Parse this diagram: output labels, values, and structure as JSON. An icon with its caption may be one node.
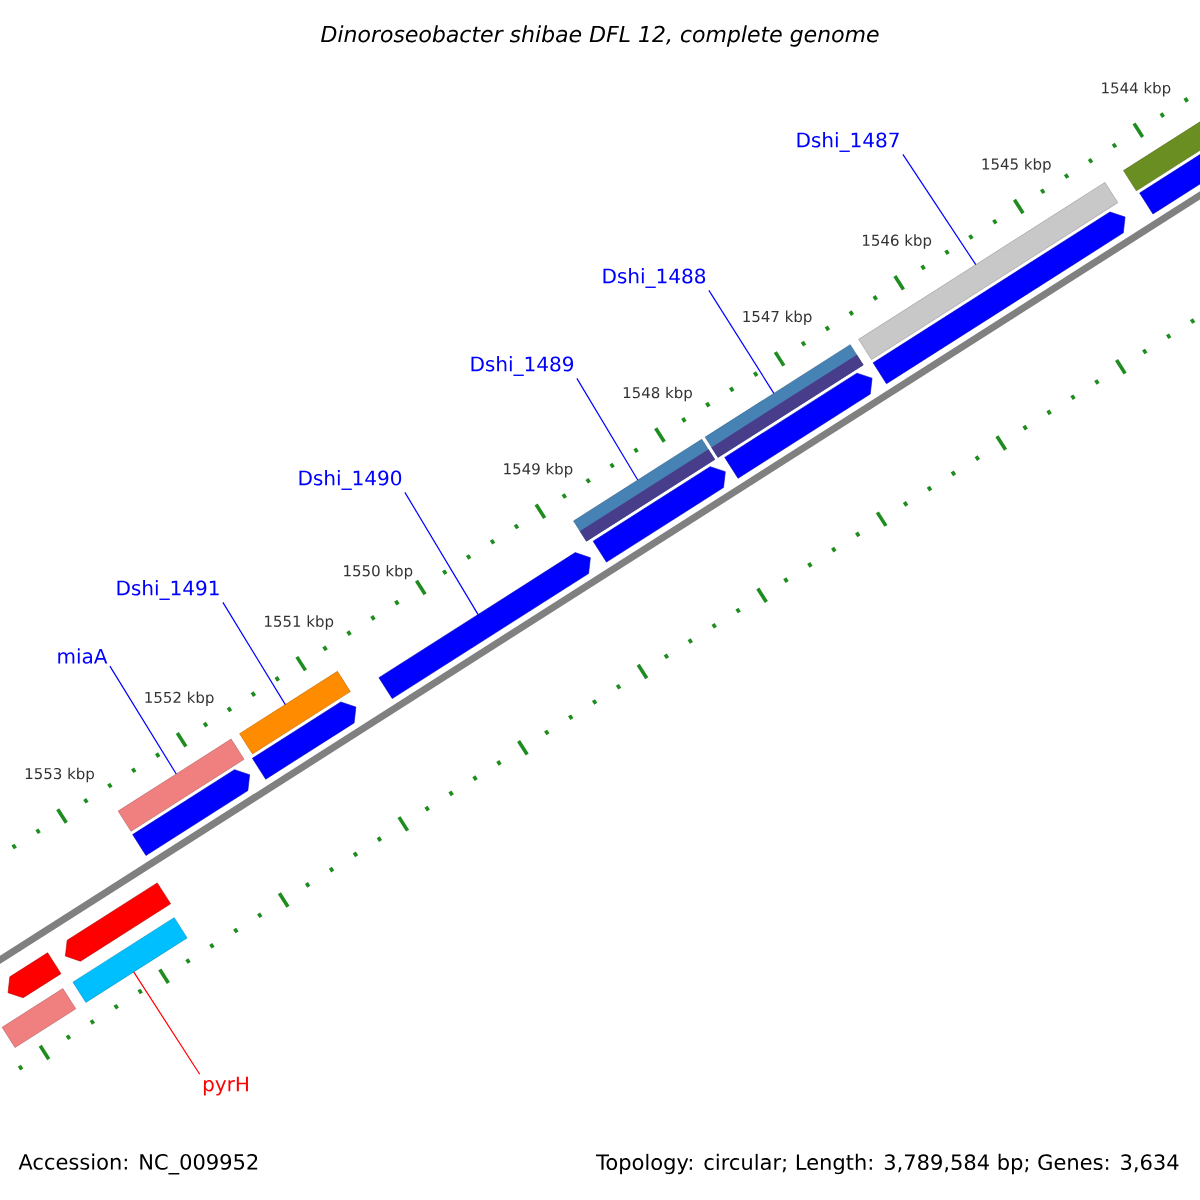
{
  "diagram": {
    "title": "Dinoroseobacter shibae DFL 12, complete genome",
    "nodes": [
      {
        "text": [
          "Dshi_1487"
        ]
      },
      {
        "text": [
          "Dshi_1488"
        ]
      },
      {
        "text": [
          "Dshi_1489"
        ]
      },
      {
        "text": [
          "Dshi_1490"
        ]
      },
      {
        "text": [
          "Dshi_1491"
        ]
      },
      {
        "text": [
          "miaA"
        ]
      },
      {
        "text": [
          "pyrH"
        ]
      },
      {
        "text": [],
        "shape": "bar"
      },
      {
        "text": [],
        "shape": "bar"
      },
      {
        "text": [],
        "shape": "bar"
      },
      {
        "text": [],
        "shape": "bar"
      },
      {
        "text": [],
        "shape": "bar"
      },
      {
        "text": [],
        "shape": "bar"
      },
      {
        "text": [],
        "shape": "pentagon"
      },
      {
        "text": [],
        "shape": "pentagon"
      },
      {
        "text": [],
        "shape": "pentagon"
      },
      {
        "text": [],
        "shape": "pentagon"
      },
      {
        "text": [],
        "shape": "pentagon"
      },
      {
        "text": [],
        "shape": "pentagon"
      },
      {
        "text": [],
        "shape": "pentagon"
      },
      {
        "text": [],
        "shape": "pentagon"
      },
      {
        "text": [],
        "shape": "pentagon"
      },
      {
        "text": [],
        "shape": "bar"
      },
      {
        "text": [],
        "shape": "bar"
      }
    ],
    "edges": [
      {
        "from": 0,
        "to": 11,
        "arrow": "none"
      },
      {
        "from": 1,
        "to": 10,
        "arrow": "none"
      },
      {
        "from": 2,
        "to": 9,
        "arrow": "none"
      },
      {
        "from": 3,
        "to": 15,
        "arrow": "none"
      },
      {
        "from": 4,
        "to": 8,
        "arrow": "none"
      },
      {
        "from": 5,
        "to": 7,
        "arrow": "none"
      },
      {
        "from": 6,
        "to": 23,
        "arrow": "none",
        "color": "#ff0000"
      }
    ],
    "labels": [
      "1544 kbp",
      "1545 kbp",
      "1546 kbp",
      "1547 kbp",
      "1548 kbp",
      "1549 kbp",
      "1550 kbp",
      "1551 kbp",
      "1552 kbp",
      "1553 kbp",
      "Accession: NC_009952",
      "Topology: circular; Length: 3,789,584 bp; Genes: 3,634"
    ]
  }
}
